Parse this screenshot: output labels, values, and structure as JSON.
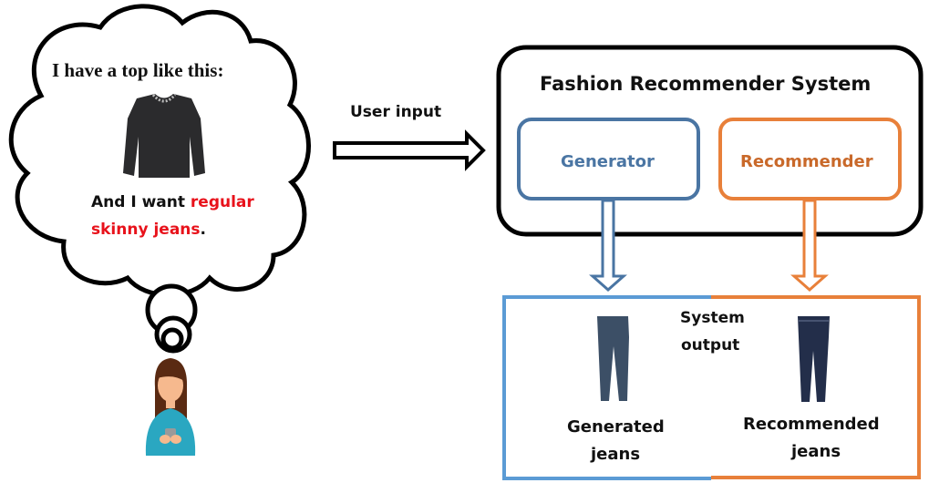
{
  "thought_bubble": {
    "line1": "I have a top like this:",
    "line2_prefix": "And I want ",
    "line2_highlight": "regular",
    "line3_highlight": "skinny jeans",
    "line3_suffix": "."
  },
  "arrow_label": "User input",
  "system": {
    "title": "Fashion Recommender System",
    "generator_label": "Generator",
    "recommender_label": "Recommender"
  },
  "output": {
    "label_line1": "System",
    "label_line2": "output",
    "generated_line1": "Generated",
    "generated_line2": "jeans",
    "recommended_line1": "Recommended",
    "recommended_line2": "jeans"
  },
  "colors": {
    "generator_blue": "#4a75a3",
    "output_blue": "#5b9bd5",
    "recommender_orange": "#e8803a",
    "highlight_red": "#e8121b"
  }
}
